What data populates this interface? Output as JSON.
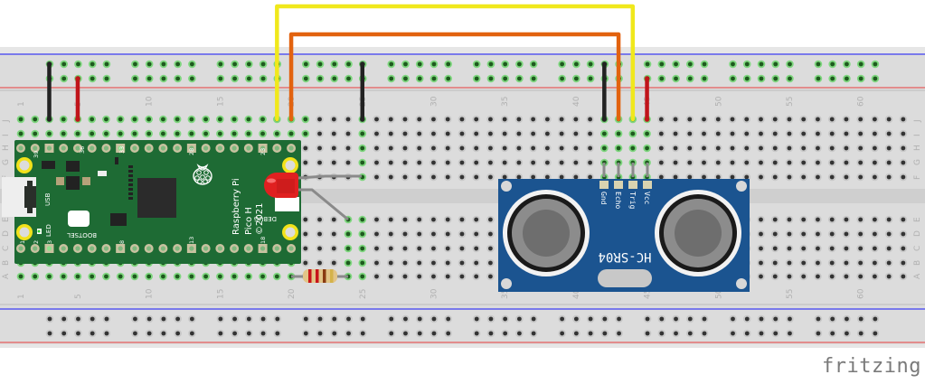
{
  "app": {
    "watermark": "fritzing"
  },
  "breadboard": {
    "columns": 63,
    "row_letters_top": [
      "J",
      "I",
      "H",
      "G",
      "F"
    ],
    "row_letters_bottom": [
      "E",
      "D",
      "C",
      "B",
      "A"
    ],
    "column_labels": [
      "1",
      "5",
      "10",
      "15",
      "20",
      "25",
      "30",
      "35",
      "40",
      "45",
      "50",
      "55",
      "60"
    ],
    "rail_colors": {
      "negative": "#5a5af0",
      "positive": "#e83b3b"
    }
  },
  "components": {
    "pico": {
      "name": "Raspberry Pi",
      "model": "Pico H",
      "copyright": "©2021",
      "labels": {
        "usb": "USB",
        "led": "LED",
        "bootsel": "BOOTSEL",
        "debug": "DEBUG"
      },
      "pin_numbers": [
        "39",
        "36",
        "33",
        "28",
        "23",
        "1",
        "2",
        "3",
        "8",
        "13",
        "18"
      ],
      "color": "#1e6b34"
    },
    "sensor": {
      "model": "HC-SR04",
      "pins": [
        "Gnd",
        "Echo",
        "Trig",
        "Vcc"
      ],
      "color": "#1b5490"
    },
    "led": {
      "color": "#e02020"
    },
    "resistor": {
      "bands": [
        "#c8141a",
        "#c8141a",
        "#8a3b12",
        "#d4b24a"
      ]
    }
  },
  "wires": [
    {
      "name": "gnd-top-left",
      "color": "#222222"
    },
    {
      "name": "vcc-top-left",
      "color": "#c0141a"
    },
    {
      "name": "gnd-mid",
      "color": "#222222"
    },
    {
      "name": "signal-yellow",
      "color": "#f0e81c"
    },
    {
      "name": "signal-orange",
      "color": "#e2620e"
    },
    {
      "name": "gnd-sensor",
      "color": "#222222"
    },
    {
      "name": "vcc-sensor",
      "color": "#c0141a"
    }
  ]
}
